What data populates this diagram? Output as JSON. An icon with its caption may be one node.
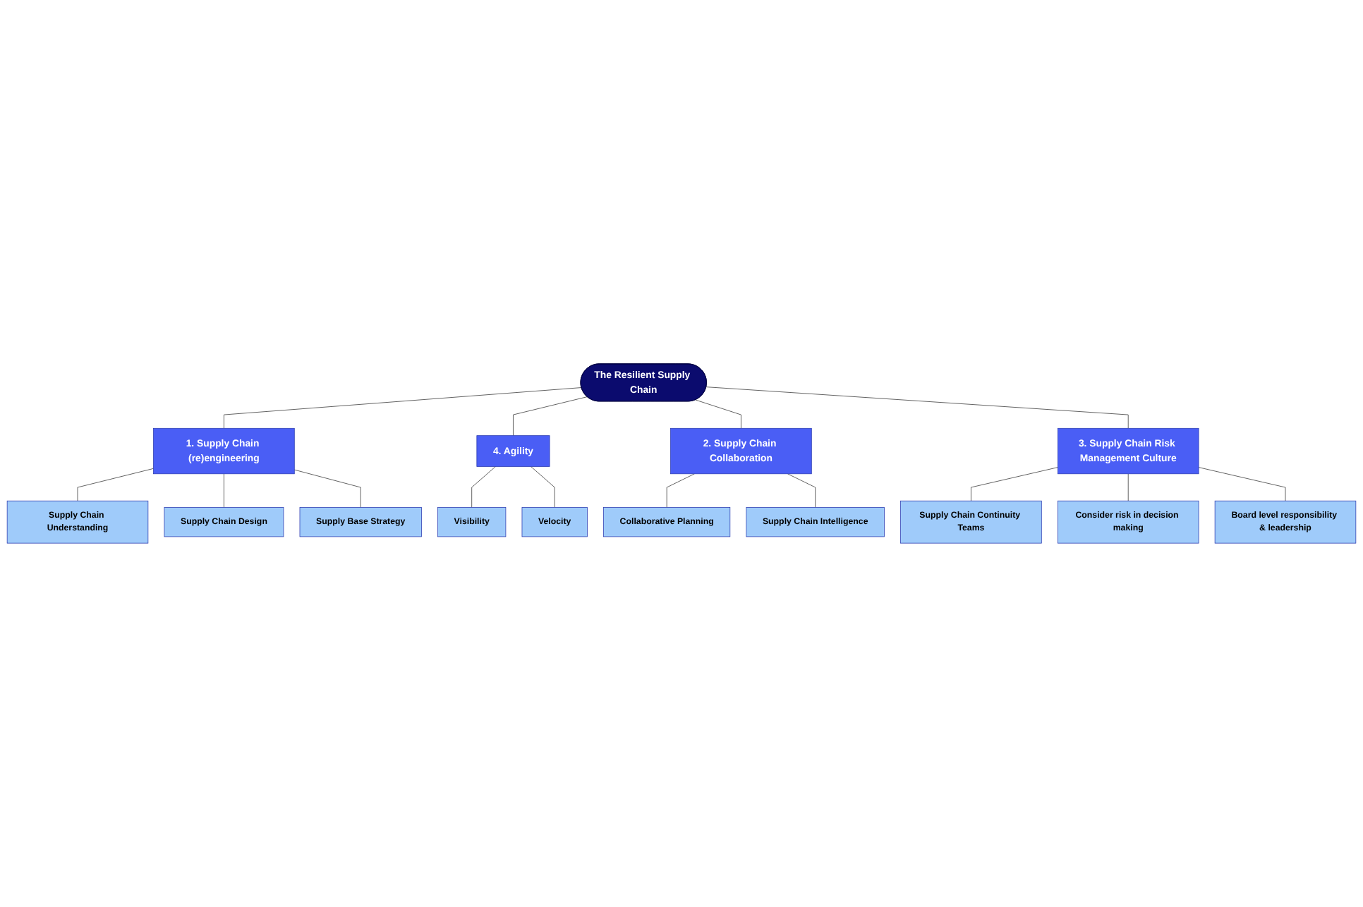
{
  "diagram": {
    "nodes": [
      {
        "text": [
          "Supply Chain Understanding"
        ]
      },
      {
        "text": [
          "Supply Chain Design"
        ]
      },
      {
        "text": [
          "Supply Base Strategy"
        ]
      },
      {
        "text": [
          "1. Supply Chain (re)engineering"
        ]
      },
      {
        "text": [
          "Collaborative Planning"
        ]
      },
      {
        "text": [
          "Visibility"
        ]
      },
      {
        "text": [
          "4. Agility"
        ]
      },
      {
        "text": [
          "The Resilient Supply Chain"
        ]
      },
      {
        "text": [
          "2. Supply Chain Collaboration"
        ]
      },
      {
        "text": [
          "Velocity"
        ]
      },
      {
        "text": [
          "Supply Chain Intelligence"
        ]
      },
      {
        "text": [
          "3. Supply Chain Risk Management Culture"
        ]
      },
      {
        "text": [
          "Supply Chain Continuity Teams"
        ]
      },
      {
        "text": [
          "Consider risk in decision making"
        ]
      },
      {
        "text": [
          "Board level responsibility & leadership"
        ]
      }
    ],
    "edges": [
      {
        "from": 3,
        "to": 0,
        "arrow": "none"
      },
      {
        "from": 3,
        "to": 1,
        "arrow": "none"
      },
      {
        "from": 3,
        "to": 2,
        "arrow": "none"
      },
      {
        "from": 7,
        "to": 3,
        "arrow": "none"
      },
      {
        "from": 7,
        "to": 6,
        "arrow": "none"
      },
      {
        "from": 7,
        "to": 8,
        "arrow": "none"
      },
      {
        "from": 7,
        "to": 11,
        "arrow": "none"
      },
      {
        "from": 8,
        "to": 4,
        "arrow": "none"
      },
      {
        "from": 8,
        "to": 10,
        "arrow": "none"
      },
      {
        "from": 6,
        "to": 5,
        "arrow": "none"
      },
      {
        "from": 6,
        "to": 9,
        "arrow": "none"
      },
      {
        "from": 11,
        "to": 12,
        "arrow": "none"
      },
      {
        "from": 11,
        "to": 13,
        "arrow": "none"
      },
      {
        "from": 11,
        "to": 14,
        "arrow": "none"
      }
    ]
  }
}
